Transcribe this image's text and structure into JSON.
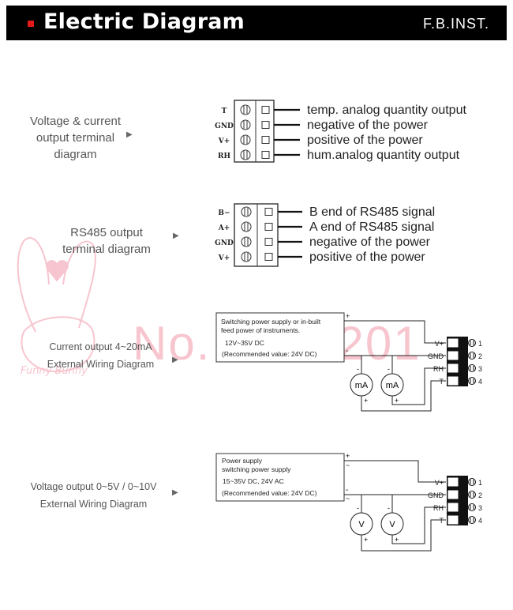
{
  "header": {
    "title": "Electric Diagram",
    "brand": "F.B.INST."
  },
  "section1": {
    "label_lines": [
      "Voltage & current",
      "output terminal",
      "diagram"
    ],
    "pins": [
      "T",
      "GND",
      "V+",
      "RH"
    ],
    "descriptions": [
      "temp. analog quantity output",
      "negative of the power",
      "positive of the power",
      "hum.analog quantity output"
    ]
  },
  "section2": {
    "label_lines": [
      "RS485 output",
      "terminal diagram"
    ],
    "pins": [
      "B−",
      "A+",
      "GND",
      "V+"
    ],
    "descriptions": [
      "B end of RS485 signal",
      "A end of RS485 signal",
      "negative of the power",
      "positive of the power"
    ]
  },
  "section3": {
    "label_lines": [
      "Current output 4~20mA",
      "External Wiring Diagram"
    ],
    "box_lines": [
      "Switching power supply or in-built",
      "feed power of instruments.",
      "12V~35V DC",
      "(Recommended value: 24V DC)"
    ],
    "plus": "+",
    "minus": "-",
    "meter": "mA",
    "terminals": [
      "V+",
      "GND",
      "RH",
      "T"
    ],
    "numbers": [
      "1",
      "2",
      "3",
      "4"
    ]
  },
  "section4": {
    "label_lines": [
      "Voltage output 0~5V / 0~10V",
      "External Wiring Diagram"
    ],
    "box_lines": [
      "Power supply",
      "switching power supply",
      "15~35V DC, 24V AC",
      "(Recommended value: 24V DC)"
    ],
    "plus": "+",
    "minus": "-",
    "meter": "V",
    "terminals": [
      "V+",
      "GND",
      "RH",
      "T"
    ],
    "numbers": [
      "1",
      "2",
      "3",
      "4"
    ]
  },
  "watermark": {
    "text": "No. 1484201",
    "logo_text": "Funny Bunny"
  }
}
